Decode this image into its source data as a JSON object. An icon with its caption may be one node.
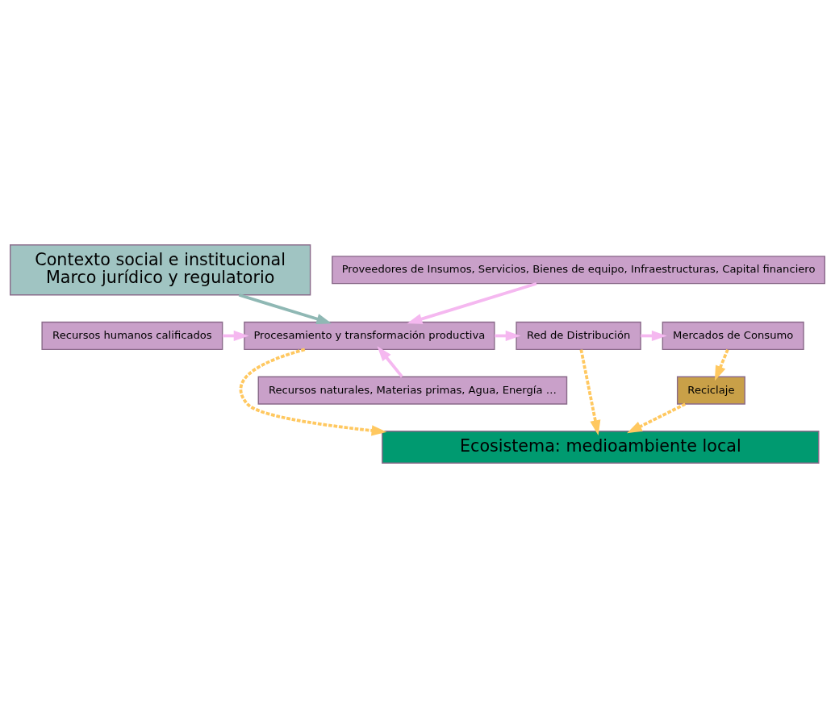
{
  "diagram": {
    "nodes": [
      {
        "text": [
          "Contexto social e institucional",
          "Marco jurídico y regulatorio"
        ]
      },
      {
        "text": [
          "Proveedores de Insumos, Servicios, Bienes de equipo, Infraestructuras, Capital financiero"
        ]
      },
      {
        "text": [
          "Recursos humanos calificados"
        ]
      },
      {
        "text": [
          "Procesamiento y transformación productiva"
        ]
      },
      {
        "text": [
          "Red de Distribución"
        ]
      },
      {
        "text": [
          "Mercados de Consumo"
        ]
      },
      {
        "text": [
          "Recursos naturales, Materias primas, Agua, Energía …"
        ]
      },
      {
        "text": [
          "Reciclaje"
        ]
      },
      {
        "text": [
          "Ecosistema: medioambiente local"
        ]
      }
    ],
    "edges": [
      {
        "from": 0,
        "to": 3,
        "arrow": "to",
        "color": "#8fb8b4"
      },
      {
        "from": 1,
        "to": 3,
        "arrow": "to"
      },
      {
        "from": 2,
        "to": 3,
        "arrow": "to"
      },
      {
        "from": 6,
        "to": 3,
        "arrow": "to"
      },
      {
        "from": 3,
        "to": 4,
        "arrow": "to"
      },
      {
        "from": 4,
        "to": 5,
        "arrow": "to"
      },
      {
        "from": 5,
        "to": 7,
        "arrow": "to",
        "style": "dashed",
        "color": "#ffc860"
      },
      {
        "from": 3,
        "to": 8,
        "arrow": "to",
        "style": "dashed",
        "color": "#ffc860"
      },
      {
        "from": 4,
        "to": 8,
        "arrow": "to",
        "style": "dashed",
        "color": "#ffc860"
      },
      {
        "from": 7,
        "to": 8,
        "arrow": "to",
        "style": "dashed",
        "color": "#ffc860"
      }
    ]
  }
}
